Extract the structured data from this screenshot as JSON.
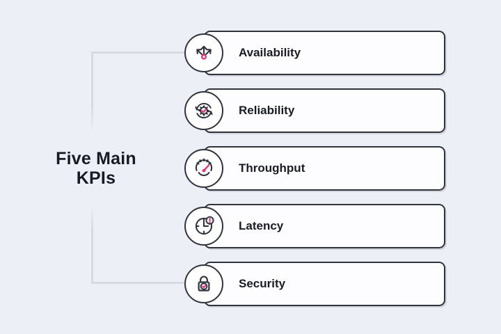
{
  "title": {
    "line1": "Five Main",
    "line2": "KPIs"
  },
  "kpis": [
    {
      "label": "Availability",
      "icon": "branch-arrows-icon"
    },
    {
      "label": "Reliability",
      "icon": "gear-sync-icon"
    },
    {
      "label": "Throughput",
      "icon": "gauge-icon"
    },
    {
      "label": "Latency",
      "icon": "clock-alert-icon"
    },
    {
      "label": "Security",
      "icon": "lock-check-icon"
    }
  ],
  "colors": {
    "background": "#edeff7",
    "box_fill": "#fdfdff",
    "stroke_dark": "#2f333c",
    "accent_pink": "#ee2f7a",
    "connector_gray": "#d8dae2",
    "text": "#171b26"
  }
}
